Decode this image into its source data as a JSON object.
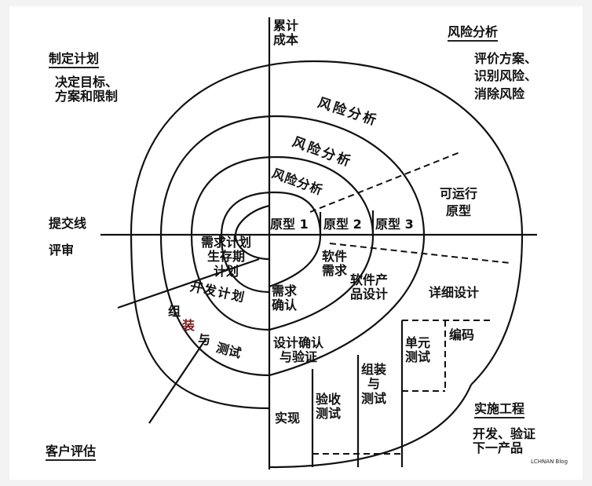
{
  "diagram": {
    "axis_top": "累计\n成本",
    "quadrant_tl": {
      "title": "制定计划",
      "text": "决定目标、\n方案和限制"
    },
    "quadrant_tr": {
      "title": "风险分析",
      "text": "评价方案、\n识别风险、\n消除风险"
    },
    "quadrant_br": {
      "title": "实施工程",
      "text": "开发、验证\n下一产品"
    },
    "axis_left_top": "提交线",
    "axis_left_bottom": "评审",
    "axis_bottom_left": "客户评估",
    "risk_analysis": [
      "风险分析",
      "风险分析",
      "风险分析"
    ],
    "prototypes": [
      "原型 1",
      "原型 2",
      "原型 3"
    ],
    "runnable_prototype": "可运行\n原型",
    "plans": {
      "requirements_plan": "需求计划\n生存期\n计划",
      "dev_plan": "开发计划",
      "assembly_plan_parts": [
        "组",
        "装",
        "与",
        "测试"
      ]
    },
    "requirements": {
      "software_req": "软件\n需求",
      "req_confirm": "需求\n确认",
      "product_design": "软件产\n品设计",
      "design_verify": "设计确认\n与验证",
      "detail_design": "详细设计"
    },
    "implementation": {
      "unit_test": "单元\n测试",
      "coding": "编码",
      "integration_test": "组装\n与\n测试",
      "acceptance_test": "验收\n测试",
      "implement": "实现"
    },
    "highlight_color": "#7a1818",
    "watermark": "LCHNAN Blog"
  }
}
